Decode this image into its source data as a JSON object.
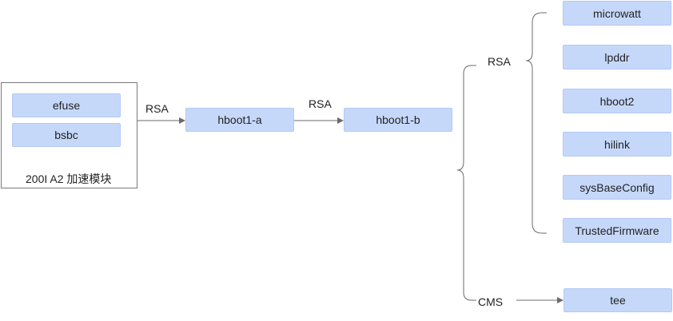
{
  "diagram": {
    "group": {
      "caption": "200I A2 加速模块",
      "items": [
        "efuse",
        "bsbc"
      ]
    },
    "chain": {
      "edge1_label": "RSA",
      "node1": "hboot1-a",
      "edge2_label": "RSA",
      "node2": "hboot1-b"
    },
    "rsa_branch": {
      "label": "RSA",
      "items": [
        "microwatt",
        "lpddr",
        "hboot2",
        "hilink",
        "sysBaseConfig",
        "TrustedFirmware"
      ]
    },
    "cms_branch": {
      "label": "CMS",
      "target": "tee"
    },
    "colors": {
      "node_fill": "#c6d8fa",
      "line": "#6b6b6b",
      "group_border": "#7a7a7a"
    }
  }
}
